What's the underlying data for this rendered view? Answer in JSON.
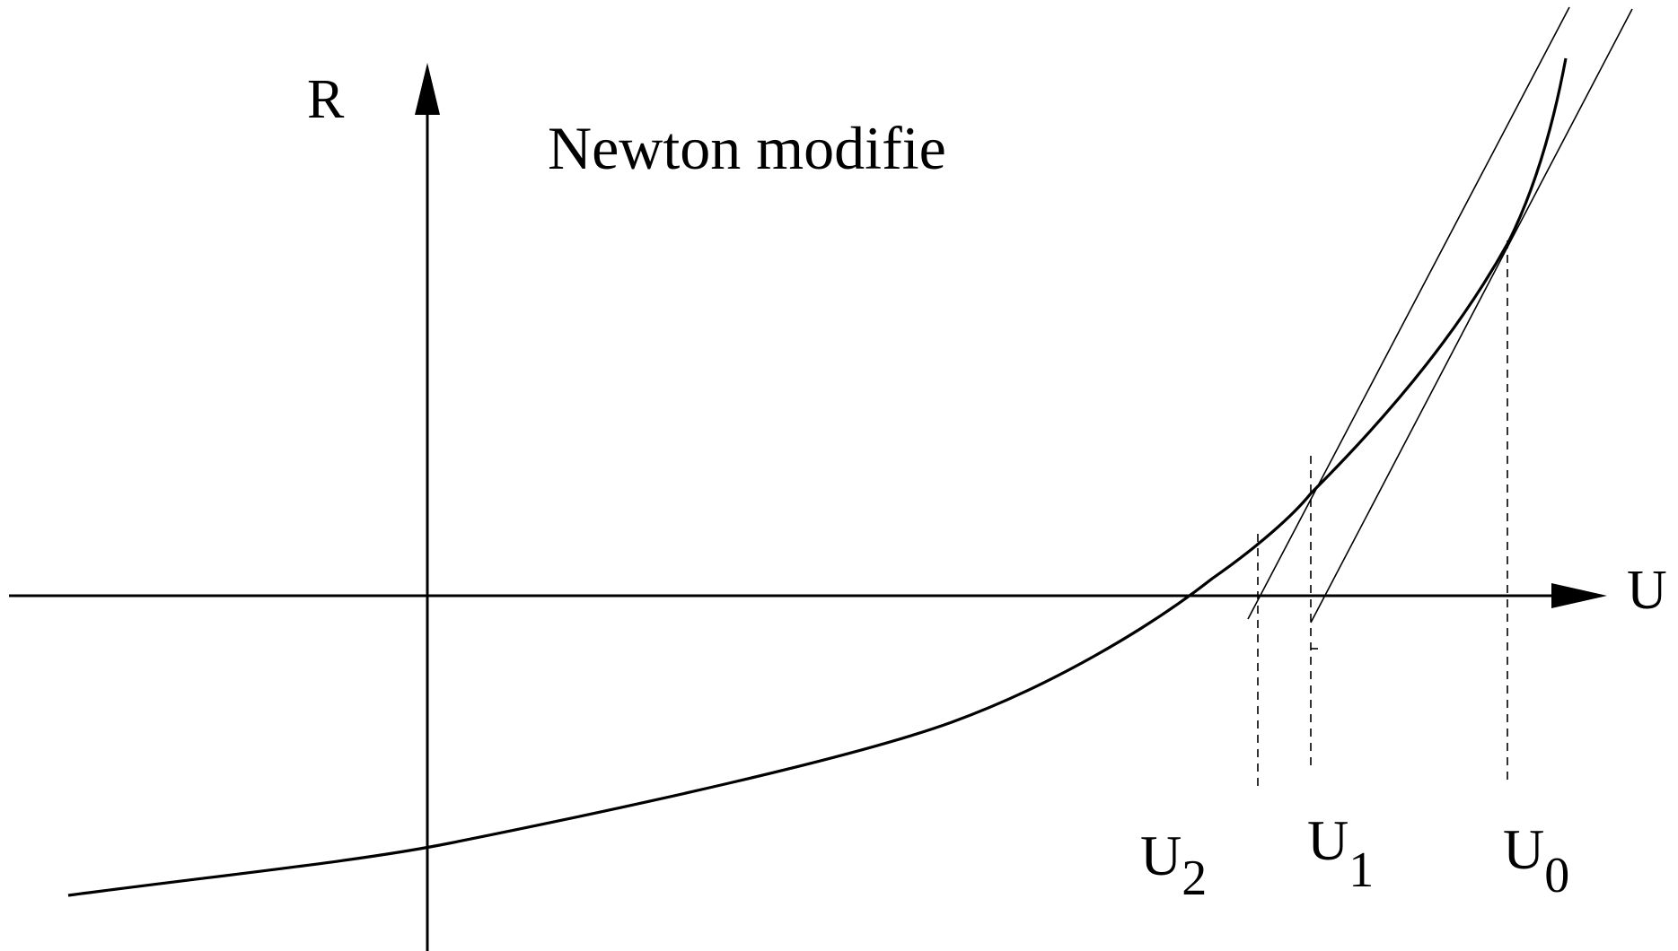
{
  "title": "Newton modifie",
  "axes": {
    "y_label": "R",
    "x_label": "U"
  },
  "iterates": [
    {
      "base": "U",
      "sub": "0"
    },
    {
      "base": "U",
      "sub": "1"
    },
    {
      "base": "U",
      "sub": "2"
    }
  ],
  "colors": {
    "ink": "#000000",
    "background": "#ffffff"
  }
}
